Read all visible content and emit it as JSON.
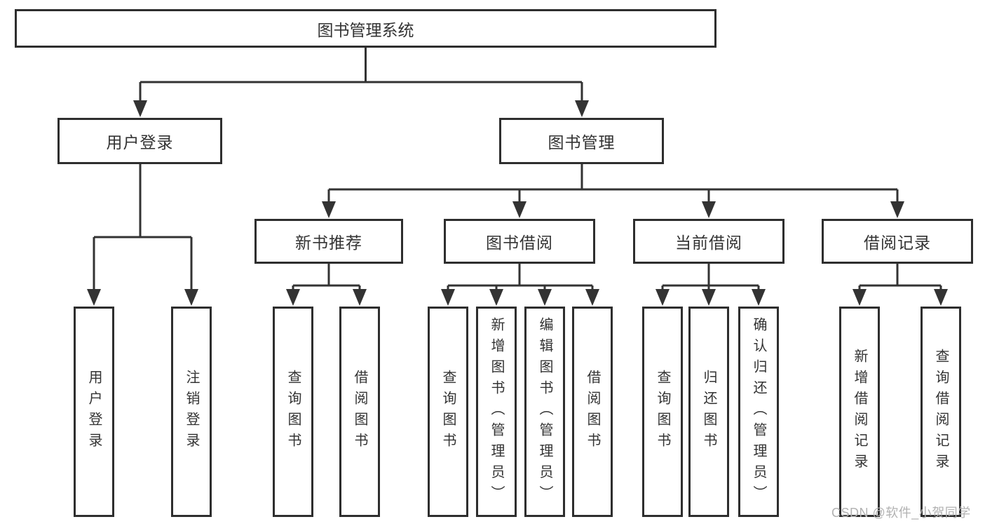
{
  "diagram": {
    "title": "图书管理系统",
    "level2": [
      {
        "label": "用户登录"
      },
      {
        "label": "图书管理"
      }
    ],
    "level3": [
      {
        "label": "新书推荐",
        "parent": "图书管理"
      },
      {
        "label": "图书借阅",
        "parent": "图书管理"
      },
      {
        "label": "当前借阅",
        "parent": "图书管理"
      },
      {
        "label": "借阅记录",
        "parent": "图书管理"
      }
    ],
    "leaves": [
      {
        "label": "用户登录",
        "parent": "用户登录"
      },
      {
        "label": "注销登录",
        "parent": "用户登录"
      },
      {
        "label": "查询图书",
        "parent": "新书推荐"
      },
      {
        "label": "借阅图书",
        "parent": "新书推荐"
      },
      {
        "label": "查询图书",
        "parent": "图书借阅"
      },
      {
        "label": "新增图书（管理员）",
        "parent": "图书借阅"
      },
      {
        "label": "编辑图书（管理员）",
        "parent": "图书借阅"
      },
      {
        "label": "借阅图书",
        "parent": "图书借阅"
      },
      {
        "label": "查询图书",
        "parent": "当前借阅"
      },
      {
        "label": "归还图书",
        "parent": "当前借阅"
      },
      {
        "label": "确认归还（管理员）",
        "parent": "当前借阅"
      },
      {
        "label": "新增借阅记录",
        "parent": "借阅记录"
      },
      {
        "label": "查询借阅记录",
        "parent": "借阅记录"
      }
    ],
    "watermark": "CSDN @软件_小贺同学",
    "colors": {
      "line": "#333333",
      "arrow": "#333333",
      "box_border": "#2e2e2e",
      "text": "#333333",
      "watermark": "#b2b2b2",
      "background": "#ffffff"
    }
  }
}
